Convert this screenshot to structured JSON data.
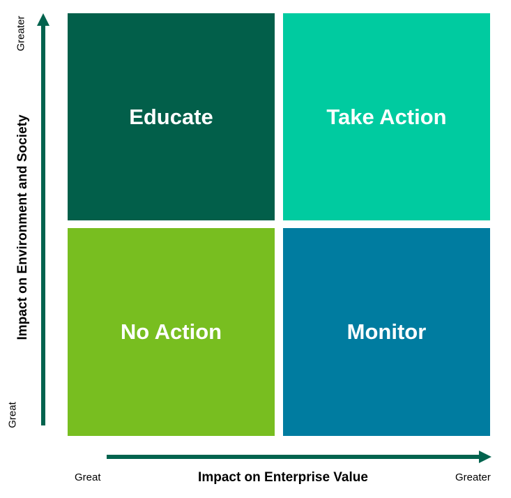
{
  "colors": {
    "educate": "#025F4A",
    "take_action": "#00CBA0",
    "no_action": "#78BE20",
    "monitor": "#007CA0",
    "arrow": "#02634E"
  },
  "quadrants": {
    "top_left": "Educate",
    "top_right": "Take Action",
    "bottom_left": "No Action",
    "bottom_right": "Monitor"
  },
  "y_axis": {
    "title": "Impact on Environment and Society",
    "low": "Great",
    "high": "Greater"
  },
  "x_axis": {
    "title": "Impact on Enterprise Value",
    "low": "Great",
    "high": "Greater"
  }
}
